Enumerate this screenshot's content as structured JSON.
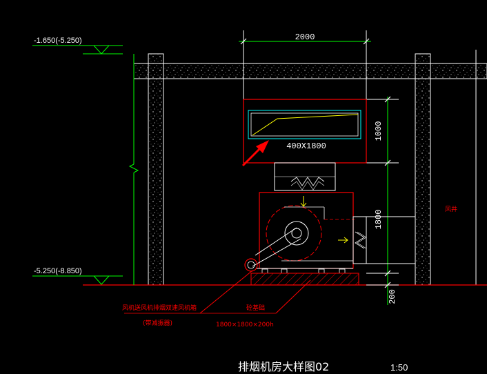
{
  "drawing": {
    "title": "排烟机房大样图02",
    "scale": "1:50"
  },
  "levels": {
    "upper": "-1.650(-5.250)",
    "lower": "-5.250(-8.850)"
  },
  "dimensions": {
    "width_top": "2000",
    "duct_height": "1000",
    "side_opening": "1800",
    "base_height": "200"
  },
  "duct": {
    "size": "400X1800"
  },
  "labels": {
    "fan_name": "风机送风机排烟双速风机箱",
    "fan_note": "(带减振器)",
    "pad_name": "砼基础",
    "pad_size": "1800×1800×200h",
    "shaft": "风井"
  },
  "colors": {
    "background": "#000000",
    "green": "#00ff00",
    "red": "#ff0000",
    "yellow": "#ffff00",
    "white": "#ffffff",
    "cyan": "#00ffff"
  }
}
